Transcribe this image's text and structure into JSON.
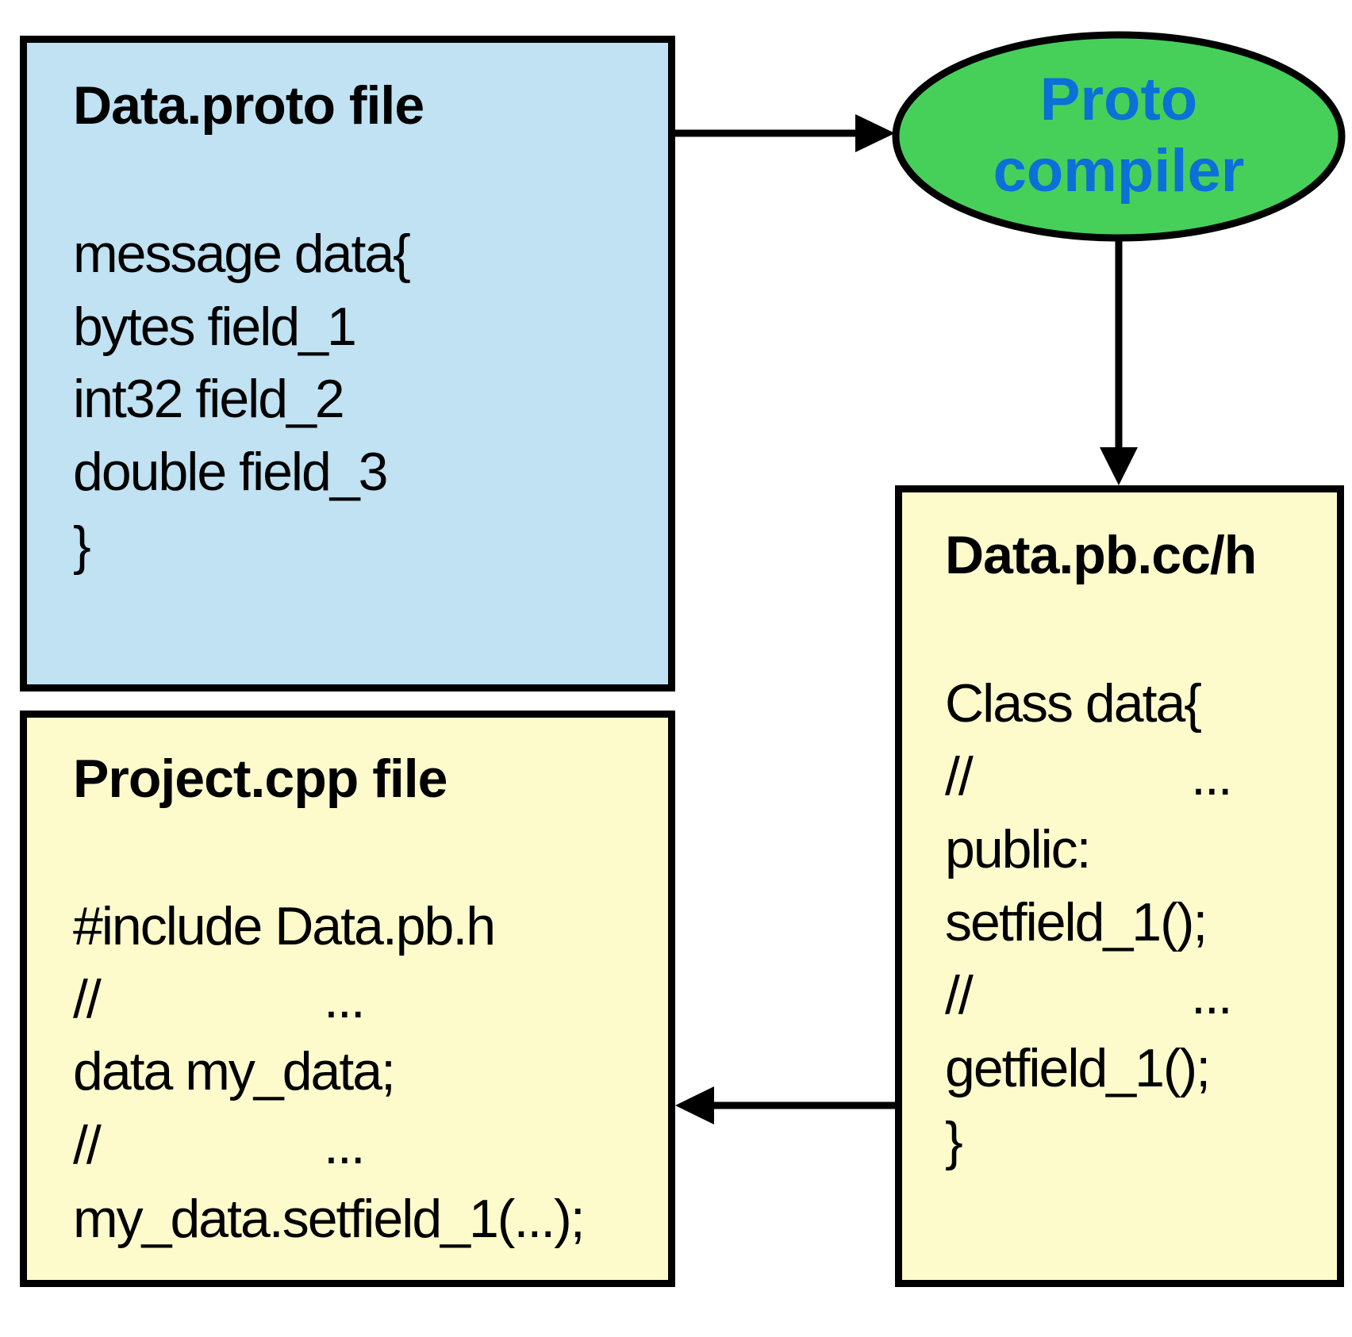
{
  "colors": {
    "proto_box_fill": "#c0e2f2",
    "yellow_box_fill": "#fdfbcb",
    "compiler_fill": "#46d05a",
    "compiler_text": "#0d6fd8",
    "stroke": "#000000"
  },
  "proto_file": {
    "title": "Data.proto file",
    "lines": [
      "message data{",
      "bytes field_1",
      "int32 field_2",
      "double field_3",
      "}"
    ]
  },
  "compiler": {
    "lines": [
      "Proto",
      "compiler"
    ]
  },
  "pb_file": {
    "title": "Data.pb.cc/h",
    "lines": [
      "Class data{",
      {
        "comment": "//",
        "ellipsis": "..."
      },
      "public:",
      "setfield_1();",
      {
        "comment": "//",
        "ellipsis": "..."
      },
      "getfield_1();",
      "}"
    ]
  },
  "project_file": {
    "title": "Project.cpp file",
    "lines": [
      "#include Data.pb.h",
      {
        "comment": "//",
        "ellipsis": "..."
      },
      "data my_data;",
      {
        "comment": "//",
        "ellipsis": "..."
      },
      "my_data.setfield_1(...);"
    ]
  }
}
